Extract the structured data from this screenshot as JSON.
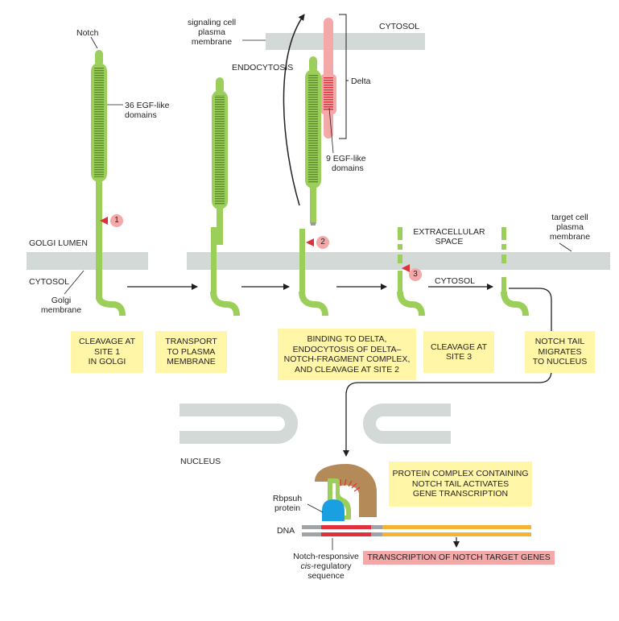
{
  "labels": {
    "notch": "Notch",
    "egf36_1": "36 EGF-like",
    "egf36_2": "domains",
    "signaling_1": "signaling cell",
    "signaling_2": "plasma",
    "signaling_3": "membrane",
    "cytosol_top": "CYTOSOL",
    "endocytosis": "ENDOCYTOSIS",
    "delta": "Delta",
    "egf9_1": "9 EGF-like",
    "egf9_2": "domains",
    "target_1": "target cell",
    "target_2": "plasma",
    "target_3": "membrane",
    "golgi_lumen": "GOLGI LUMEN",
    "extracellular_1": "EXTRACELLULAR",
    "extracellular_2": "SPACE",
    "cytosol_left": "CYTOSOL",
    "cytosol_mid": "CYTOSOL",
    "golgi_mem_1": "Golgi",
    "golgi_mem_2": "membrane",
    "nucleus": "NUCLEUS",
    "rbpsuh_1": "Rbpsuh",
    "rbpsuh_2": "protein",
    "dna": "DNA",
    "nrs_1": "Notch-responsive",
    "nrs_2a": "cis",
    "nrs_2b": "-regulatory",
    "nrs_3": "sequence"
  },
  "sites": [
    "1",
    "2",
    "3"
  ],
  "steps": [
    {
      "l1": "CLEAVAGE AT",
      "l2": "SITE 1",
      "l3": "IN GOLGI"
    },
    {
      "l1": "TRANSPORT",
      "l2": "TO PLASMA",
      "l3": "MEMBRANE"
    },
    {
      "l1": "BINDING TO DELTA,",
      "l2": "ENDOCYTOSIS OF DELTA–",
      "l3": "NOTCH-FRAGMENT COMPLEX,",
      "l4": "AND CLEAVAGE AT SITE 2"
    },
    {
      "l1": "CLEAVAGE AT",
      "l2": "SITE 3"
    },
    {
      "l1": "NOTCH TAIL",
      "l2": "MIGRATES",
      "l3": "TO NUCLEUS"
    }
  ],
  "complex_box": {
    "l1": "PROTEIN COMPLEX CONTAINING",
    "l2": "NOTCH TAIL ACTIVATES",
    "l3": "GENE TRANSCRIPTION"
  },
  "transcription": "TRANSCRIPTION OF NOTCH TARGET GENES",
  "colors": {
    "notch_green": "#9ccf5a",
    "egf_stripe": "#5a8a2a",
    "membrane_gray": "#d3d9d6",
    "delta_pink": "#f4a8a8",
    "delta_stripe": "#e0303a",
    "site_marker": "#e0303a",
    "step_box": "#fff6a8",
    "tan_protein": "#b48a58",
    "rbpsuh_blue": "#1aa0e0",
    "dna_orange": "#f5b335",
    "dna_red": "#e0303a",
    "dna_gray": "#a0a4a6"
  }
}
